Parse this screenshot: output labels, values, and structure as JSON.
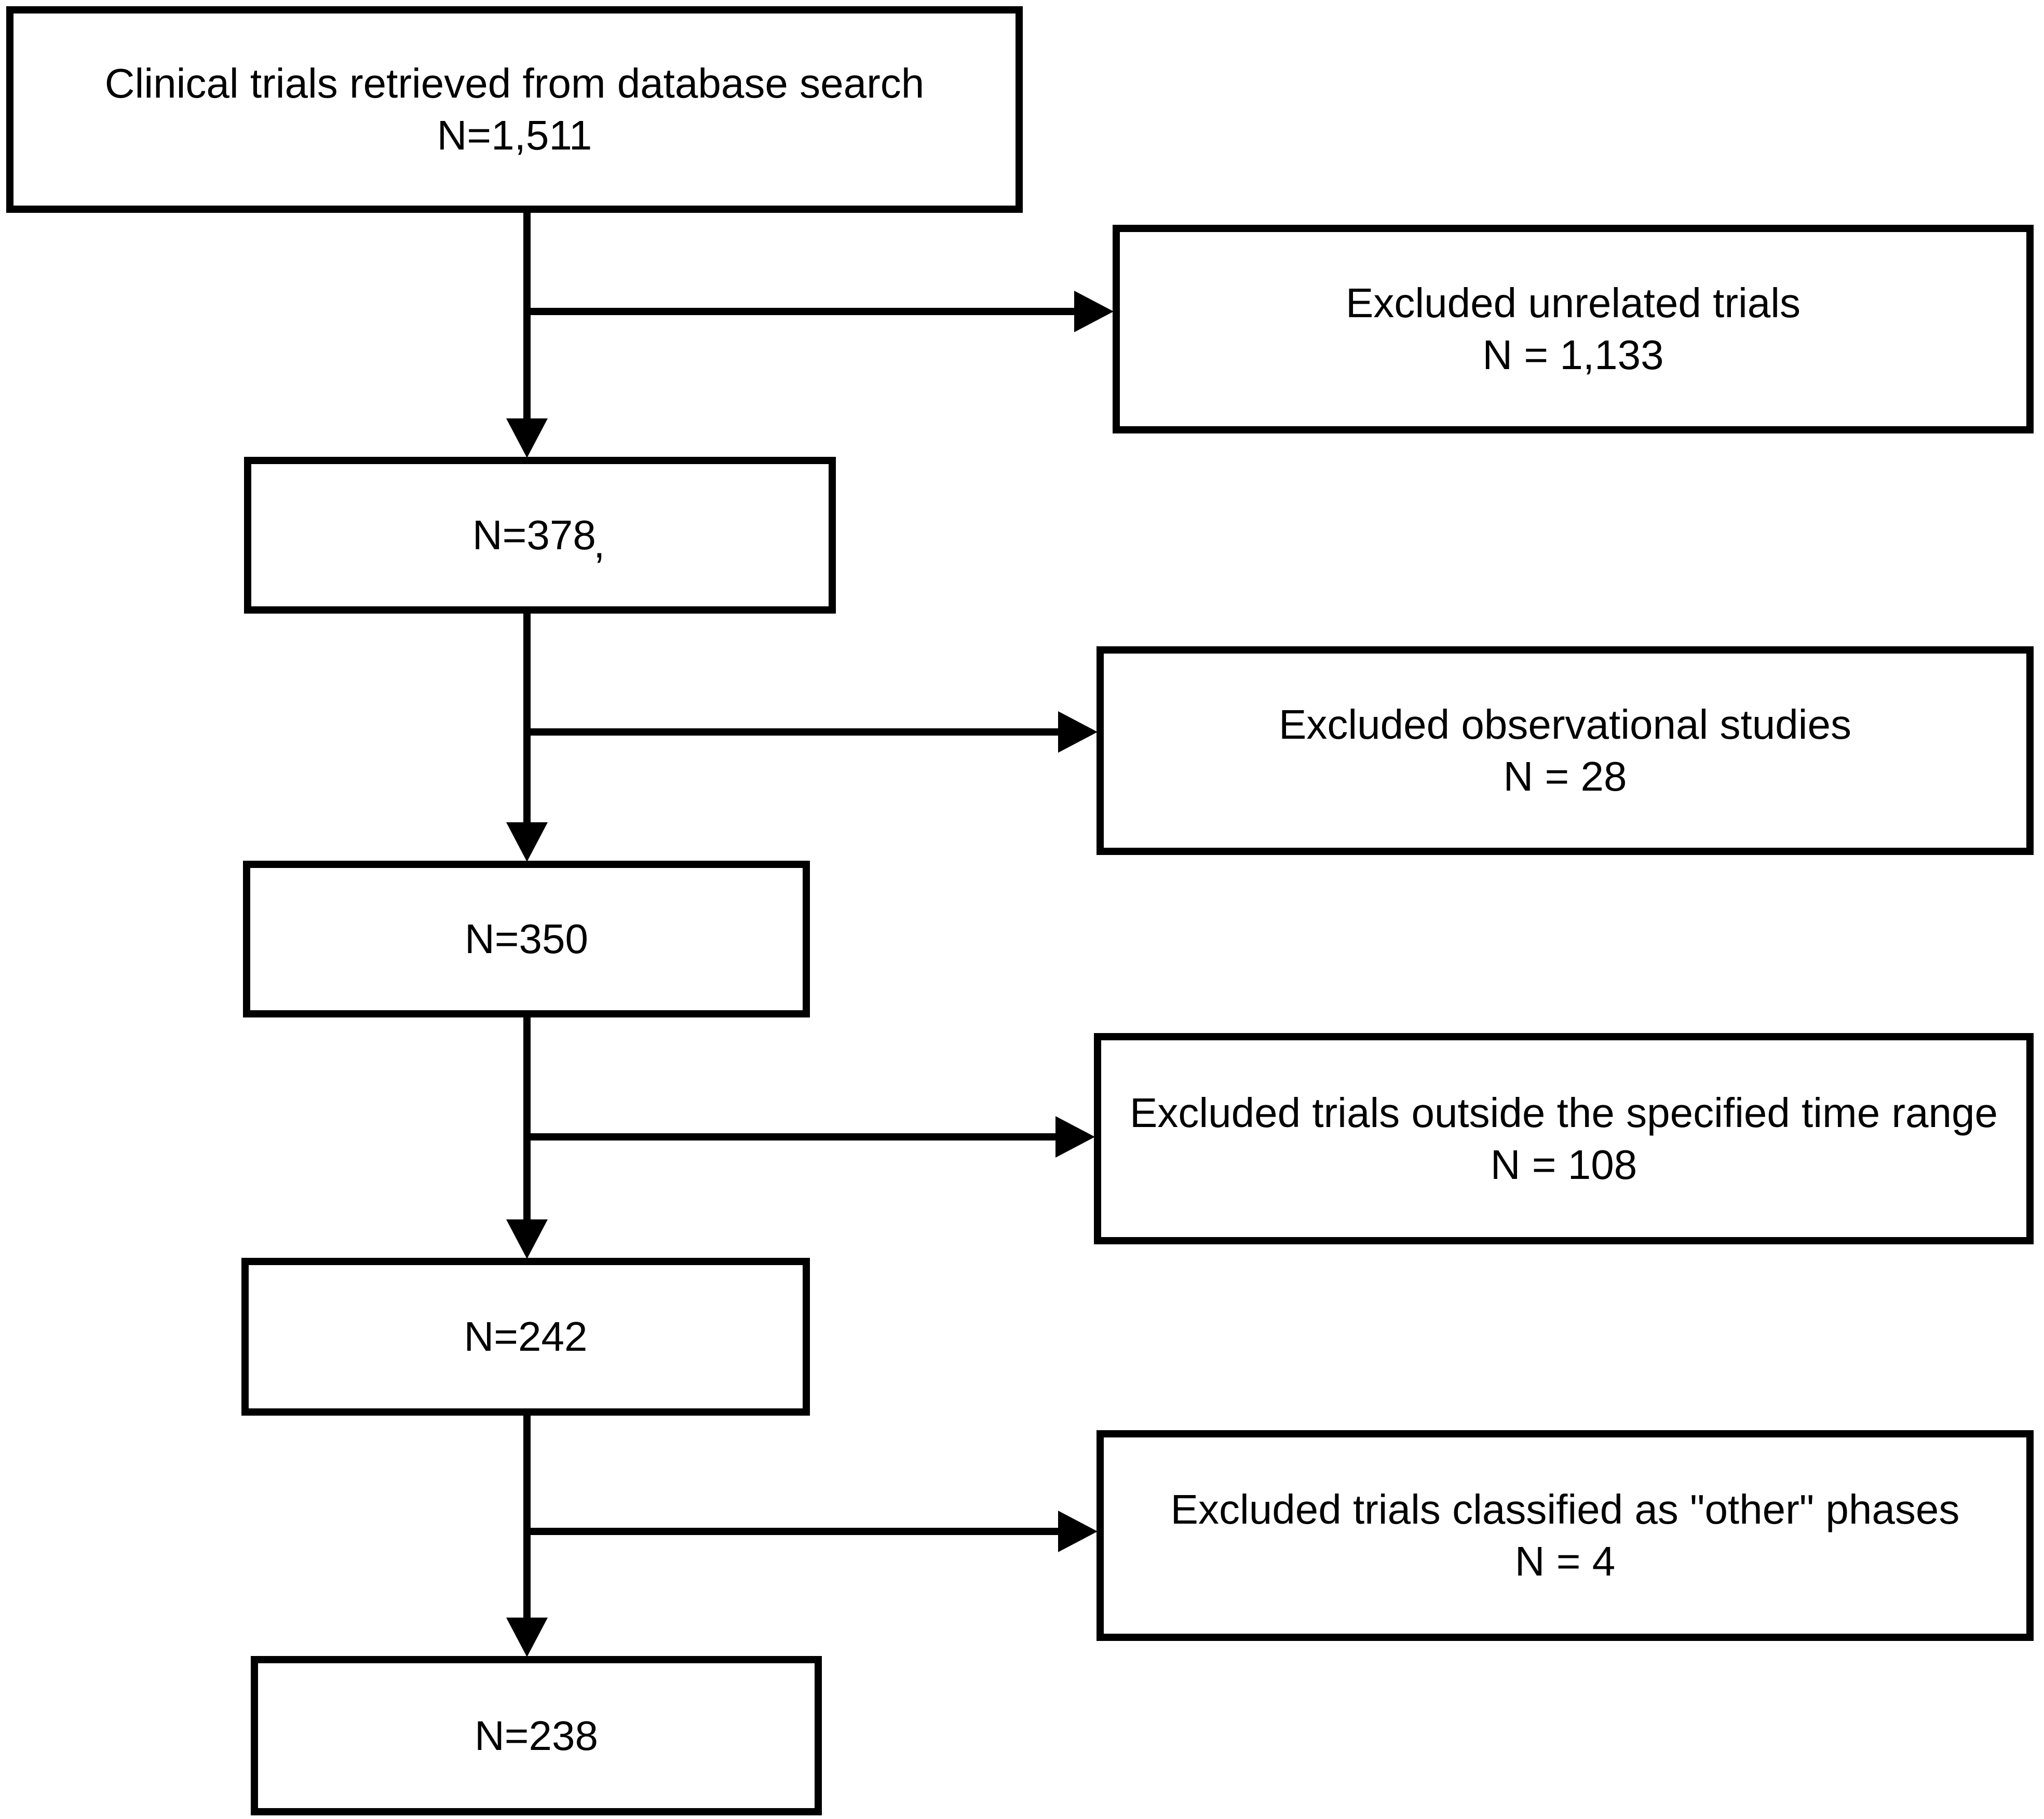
{
  "flowchart": {
    "colors": {
      "line": "#000000",
      "background": "#ffffff",
      "text": "#000000"
    },
    "nodes": [
      {
        "id": "retrieved",
        "label": "Clinical trials retrieved from database search",
        "count": "N=1,511"
      },
      {
        "id": "after_unrelated_excluded",
        "count": "N=378",
        "stray_mark": ","
      },
      {
        "id": "after_observational_excluded",
        "count": "N=350"
      },
      {
        "id": "after_time_range_excluded",
        "count": "N=242"
      },
      {
        "id": "final_included",
        "count": "N=238"
      }
    ],
    "exclusions": [
      {
        "id": "unrelated",
        "label": "Excluded unrelated trials",
        "count": "N = 1,133"
      },
      {
        "id": "observational",
        "label": "Excluded observational studies",
        "count": "N = 28"
      },
      {
        "id": "time_range",
        "label": "Excluded trials outside the specified time range",
        "count": "N = 108"
      },
      {
        "id": "other_phases",
        "label": "Excluded trials classified as \"other\" phases",
        "count": "N = 4"
      }
    ]
  }
}
